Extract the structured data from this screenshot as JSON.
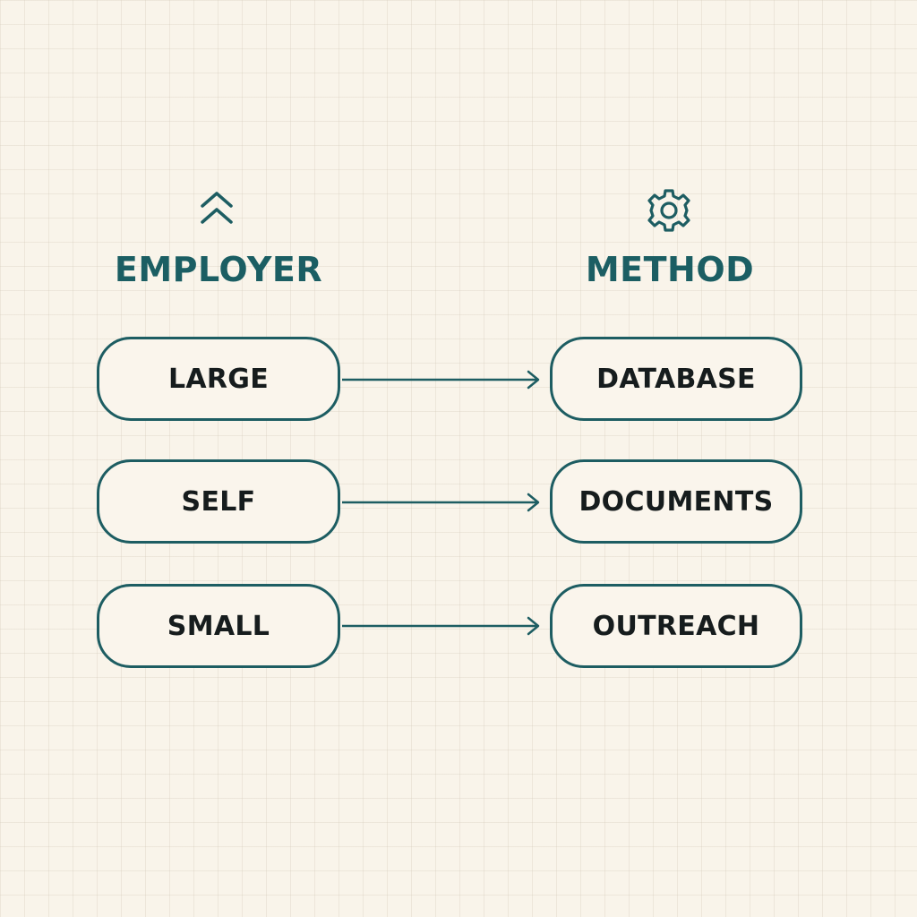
{
  "colors": {
    "accent": "#1d5d62",
    "heading": "#1b5e63",
    "node_text": "#161c1d",
    "background": "#f9f4ea"
  },
  "columns": {
    "left": {
      "title": "EMPLOYER",
      "icon": "double-chevron-up-icon"
    },
    "right": {
      "title": "METHOD",
      "icon": "gear-icon"
    }
  },
  "rows": [
    {
      "from": "LARGE",
      "to": "DATABASE"
    },
    {
      "from": "SELF",
      "to": "DOCUMENTS"
    },
    {
      "from": "SMALL",
      "to": "OUTREACH"
    }
  ]
}
